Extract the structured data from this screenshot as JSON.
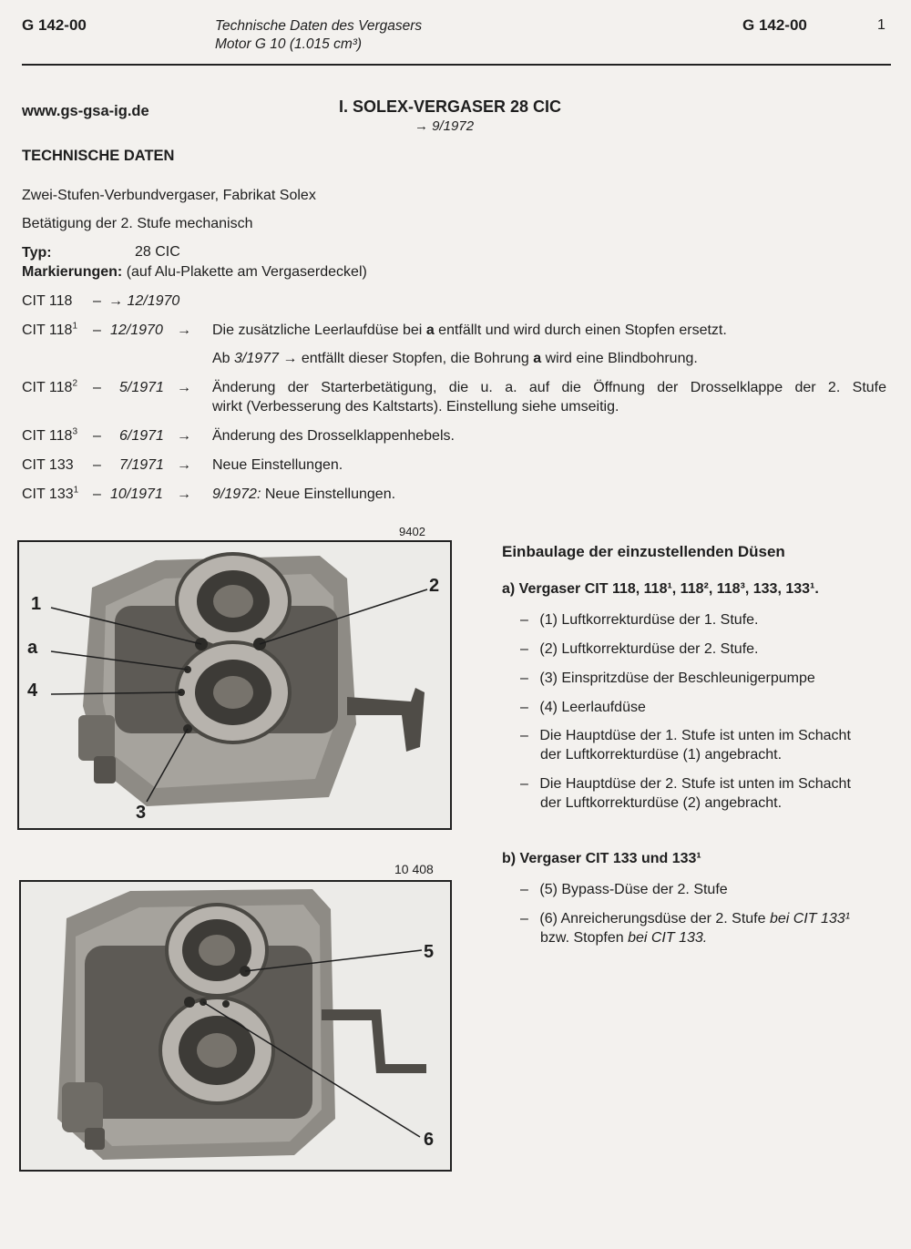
{
  "header": {
    "code_left": "G 142-00",
    "title_line1": "Technische Daten des Vergasers",
    "title_line2": "Motor G 10 (1.015 cm³)",
    "code_right": "G 142-00",
    "page_number": "1"
  },
  "website": "www.gs-gsa-ig.de",
  "section": {
    "title": "I. SOLEX-VERGASER 28 CIC",
    "arrow": "→",
    "date": "9/1972"
  },
  "tech": {
    "heading": "TECHNISCHE DATEN",
    "line1": "Zwei-Stufen-Verbundvergaser, Fabrikat Solex",
    "line2": "Betätigung der 2. Stufe mechanisch",
    "typ_label": "Typ:",
    "typ_value": "28 CIC",
    "mark_label": "Markierungen:",
    "mark_value": "(auf Alu-Plakette am Vergaserdeckel)"
  },
  "versions": [
    {
      "model": "CIT 118",
      "sup": "",
      "dash": "–",
      "pre_arrow": "→",
      "date": "12/1970",
      "post_arrow": "",
      "text": ""
    },
    {
      "model": "CIT 118",
      "sup": "1",
      "dash": "–",
      "pre_arrow": "",
      "date": "12/1970",
      "post_arrow": "→",
      "text_a": "Die zusätzliche Leerlaufdüse bei ",
      "text_b": "a",
      "text_c": " entfällt und wird durch einen Stopfen ersetzt.",
      "line2_a": "Ab ",
      "line2_date": "3/1977",
      "line2_arrow": "→",
      "line2_b": " entfällt dieser Stopfen, die Bohrung ",
      "line2_c": "a",
      "line2_d": " wird eine Blindbohrung."
    },
    {
      "model": "CIT 118",
      "sup": "2",
      "dash": "–",
      "date": "5/1971",
      "post_arrow": "→",
      "text1": "Änderung der Starterbetätigung, die u. a. auf die Öffnung der Drosselklappe der 2. Stufe",
      "text2": "wirkt (Verbesserung des Kaltstarts). Einstellung siehe umseitig."
    },
    {
      "model": "CIT 118",
      "sup": "3",
      "dash": "–",
      "date": "6/1971",
      "post_arrow": "→",
      "text": "Änderung des Drosselklappenhebels."
    },
    {
      "model": "CIT 133",
      "sup": "",
      "dash": "–",
      "date": "7/1971",
      "post_arrow": "→",
      "text": "Neue Einstellungen."
    },
    {
      "model": "CIT 133",
      "sup": "1",
      "dash": "–",
      "date": "10/1971",
      "post_arrow": "→",
      "text_date": "9/1972:",
      "text": " Neue Einstellungen."
    }
  ],
  "figures": [
    {
      "number": "9402",
      "callouts": [
        "1",
        "a",
        "4",
        "3",
        "2"
      ]
    },
    {
      "number": "10 408",
      "callouts": [
        "5",
        "6"
      ]
    }
  ],
  "install": {
    "heading": "Einbaulage der einzustellenden Düsen",
    "group_a": "a) Vergaser CIT 118, 118¹, 118², 118³, 133, 133¹.",
    "items_a": [
      "(1) Luftkorrekturdüse der 1. Stufe.",
      "(2) Luftkorrekturdüse der 2. Stufe.",
      "(3) Einspritzdüse der Beschleunigerpumpe",
      "(4) Leerlaufdüse"
    ],
    "item_a5_1": "Die Hauptdüse der 1. Stufe ist unten im Schacht",
    "item_a5_2": "der Luftkorrekturdüse (1) angebracht.",
    "item_a6_1": "Die Hauptdüse der 2. Stufe ist unten im Schacht",
    "item_a6_2": "der Luftkorrekturdüse (2) angebracht.",
    "group_b": "b) Vergaser CIT 133 und 133¹",
    "item_b1": "(5) Bypass-Düse der 2. Stufe",
    "item_b2_a": "(6) Anreicherungsdüse der 2. Stufe ",
    "item_b2_it": "bei CIT 133¹",
    "item_b2_c": "bzw. Stopfen ",
    "item_b2_it2": "bei CIT 133.",
    "dash": "–"
  }
}
